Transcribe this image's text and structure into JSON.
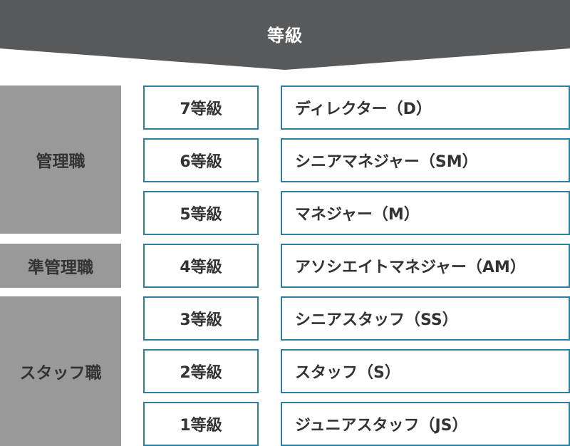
{
  "header": {
    "title": "等級"
  },
  "categories": [
    {
      "label": "管理職"
    },
    {
      "label": "準管理職"
    },
    {
      "label": "スタッフ職"
    }
  ],
  "rows": [
    {
      "grade": "7等級",
      "title": "ディレクター（D）"
    },
    {
      "grade": "6等級",
      "title": "シニアマネジャー（SM）"
    },
    {
      "grade": "5等級",
      "title": "マネジャー（M）"
    },
    {
      "grade": "4等級",
      "title": "アソシエイトマネジャー（AM）"
    },
    {
      "grade": "3等級",
      "title": "シニアスタッフ（SS）"
    },
    {
      "grade": "2等級",
      "title": "スタッフ（S）"
    },
    {
      "grade": "1等級",
      "title": "ジュニアスタッフ（JS）"
    }
  ],
  "colors": {
    "banner": "#58595b",
    "category_bg": "#999999",
    "box_border": "#2f7ea0",
    "text": "#333333"
  }
}
